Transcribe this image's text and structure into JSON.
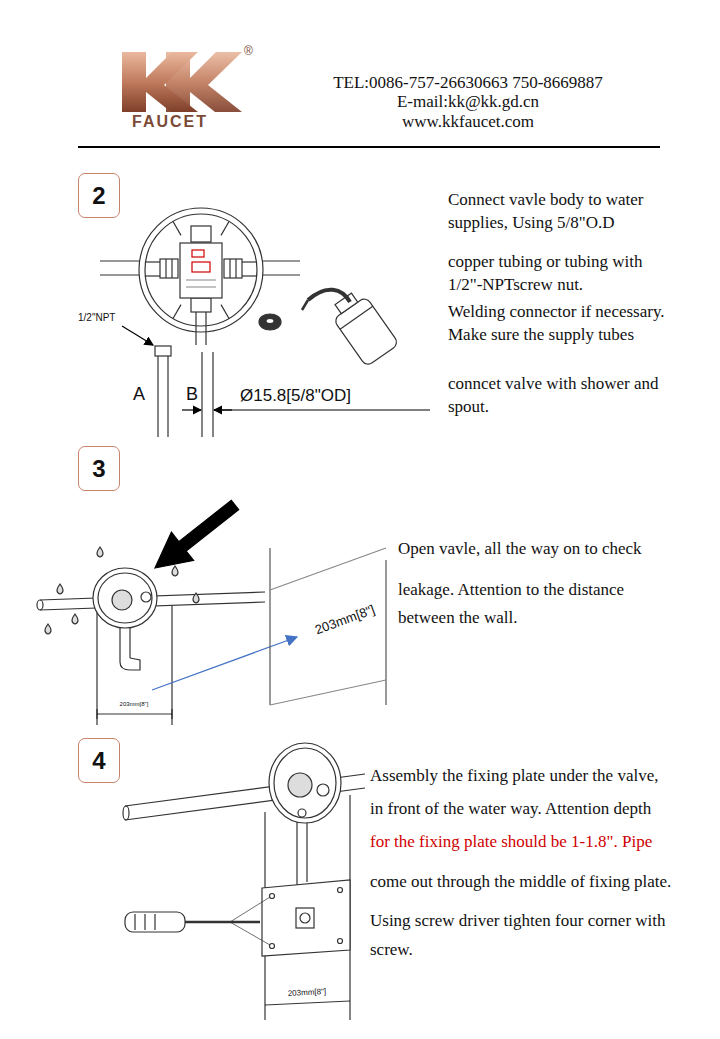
{
  "diagram": {
    "nodes": [
      {
        "text": [
          "2"
        ]
      },
      {
        "text": [
          "3"
        ]
      },
      {
        "text": [
          "4"
        ]
      }
    ],
    "labels": [
      "FAUCET",
      "®",
      "TEL:0086-757-26630663 750-8669887",
      "E-mail:kk@kk.gd.cn",
      "www.kkfaucet.com",
      "1/2\"NPT",
      "A",
      "B",
      "Ø15.8[5/8\"OD]",
      "Connect vavle body to water supplies, Using 5/8\"O.D",
      "copper tubing or tubing with 1/2\"-NPTscrew nut.",
      "Welding connector if necessary. Make sure the supply tubes",
      "conncet valve with shower and spout.",
      "203mm[8\"]",
      "203mm[8\"]",
      "Open vavle, all the way on to check",
      "leakage. Attention to the distance between the wall.",
      "203mm[8\"]",
      "Assembly the fixing plate under the valve,",
      "in front of the water way. Attention depth",
      "for the fixing plate should be 1-1.8\". Pipe",
      "come out through the middle of fixing plate.",
      "Using screw driver tighten four corner with screw."
    ]
  }
}
